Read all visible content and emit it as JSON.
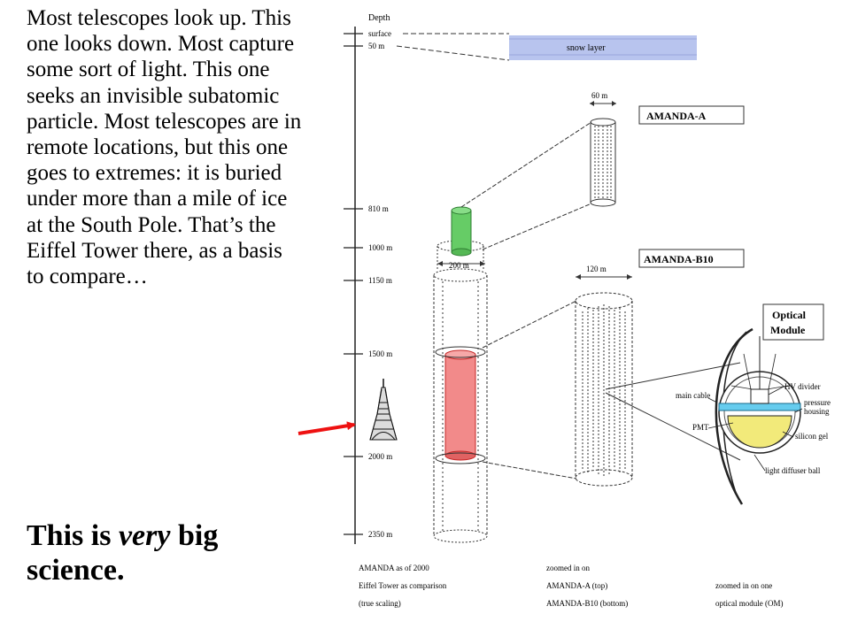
{
  "narrative": {
    "lead": "Most telescopes look up. This one looks down. Most capture some sort of light. This one seeks an invisible subatomic particle. Most telescopes are in remote locations, but this one goes to extremes: it is buried under more than a mile of ice at the South Pole. That’s the Eiffel Tower there, as a basis to compare…",
    "punch_pre": "This is ",
    "punch_em": "very",
    "punch_post": " big science."
  },
  "depth_scale": {
    "title": "Depth",
    "ticks": [
      "surface",
      "50 m",
      "810 m",
      "1000 m",
      "1150 m",
      "1500 m",
      "2000 m",
      "2350 m"
    ]
  },
  "labels": {
    "snow_layer": "snow layer",
    "dim_60": "60 m",
    "dim_200": "200 m",
    "dim_120": "120 m",
    "amanda_a": "AMANDA-A",
    "amanda_b10": "AMANDA-B10",
    "optical_module_line1": "Optical",
    "optical_module_line2": "Module",
    "main_cable": "main cable",
    "pmt": "PMT",
    "hv_divider": "HV divider",
    "pressure_line1": "pressure",
    "pressure_line2": "housing",
    "silicon_gel": "silicon gel",
    "light_diffuser": "light diffuser ball"
  },
  "caption": {
    "col1": [
      "AMANDA as of 2000",
      "Eiffel Tower as comparison",
      "(true scaling)"
    ],
    "col2": [
      "zoomed in on",
      "AMANDA-A (top)",
      "AMANDA-B10 (bottom)"
    ],
    "col3": [
      "",
      "zoomed in on one",
      "optical module (OM)"
    ]
  },
  "colors": {
    "amanda_a": "#66cc66",
    "amanda_b10": "#f28a8a",
    "snow": "#b8c4ee",
    "pointer_arrow": "#ee1111",
    "pmt": "#f2ea7a",
    "band": "#66ccee"
  }
}
